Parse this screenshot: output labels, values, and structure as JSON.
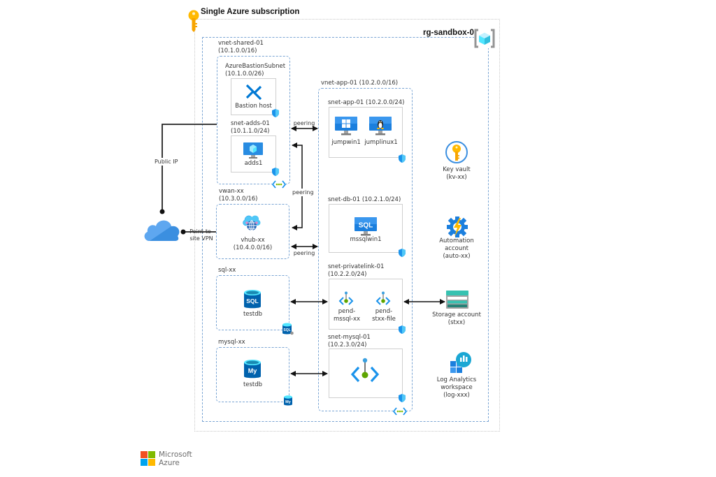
{
  "subscription": {
    "title": "Single Azure subscription",
    "icon": "subscription-key-icon"
  },
  "resource_group": {
    "title": "rg-sandbox-01",
    "icon": "resource-group-icon"
  },
  "vnet_shared": {
    "name": "vnet-shared-01",
    "cidr": "(10.1.0.0/16)",
    "bastion_subnet": {
      "name": "AzureBastionSubnet",
      "cidr": "(10.1.0.0/26)",
      "resource": "Bastion host"
    },
    "adds_subnet": {
      "name": "snet-adds-01",
      "cidr": "(10.1.1.0/24)",
      "resource": "adds1"
    }
  },
  "vwan": {
    "name": "vwan-xx",
    "cidr": "(10.3.0.0/16)",
    "hub": {
      "name": "vhub-xx",
      "cidr": "(10.4.0.0/16)"
    }
  },
  "sql": {
    "name": "sql-xx",
    "db": "testdb"
  },
  "mysql": {
    "name": "mysql-xx",
    "db": "testdb"
  },
  "vnet_app": {
    "name": "vnet-app-01 (10.2.0.0/16)",
    "app_subnet": {
      "name": "snet-app-01 (10.2.0.0/24)",
      "vms": [
        "jumpwin1",
        "jumplinux1"
      ]
    },
    "db_subnet": {
      "name": "snet-db-01 (10.2.1.0/24)",
      "vm": "mssqlwin1"
    },
    "privatelink_subnet": {
      "name": "snet-privatelink-01",
      "cidr": "(10.2.2.0/24)",
      "endpoints": [
        {
          "line1": "pend-",
          "line2": "mssql-xx"
        },
        {
          "line1": "pend-",
          "line2": "stxx-file"
        }
      ]
    },
    "mysql_subnet": {
      "name": "snet-mysql-01",
      "cidr": "(10.2.3.0/24)"
    }
  },
  "connections": {
    "public_ip": "Public IP",
    "p2s_line1": "Point-to-",
    "p2s_line2": "site VPN",
    "peering": "peering"
  },
  "services": {
    "key_vault": {
      "line1": "Key vault",
      "line2": "(kv-xx)"
    },
    "automation": {
      "line1": "Automation",
      "line2": "account",
      "line3": "(auto-xx)"
    },
    "storage": {
      "line1": "Storage account",
      "line2": "(stxx)"
    },
    "log_analytics": {
      "line1": "Log Analytics",
      "line2": "workspace",
      "line3": "(log-xxx)"
    }
  },
  "branding": {
    "line1": "Microsoft",
    "line2": "Azure"
  },
  "colors": {
    "azure_blue": "#0078d4",
    "dash_blue": "#7aa5d4",
    "key_yellow": "#ffb900",
    "endpoint_green": "#5ea500",
    "ms_red": "#f25022",
    "ms_green": "#7fba00",
    "ms_blue": "#00a4ef",
    "ms_yellow": "#ffb900"
  }
}
